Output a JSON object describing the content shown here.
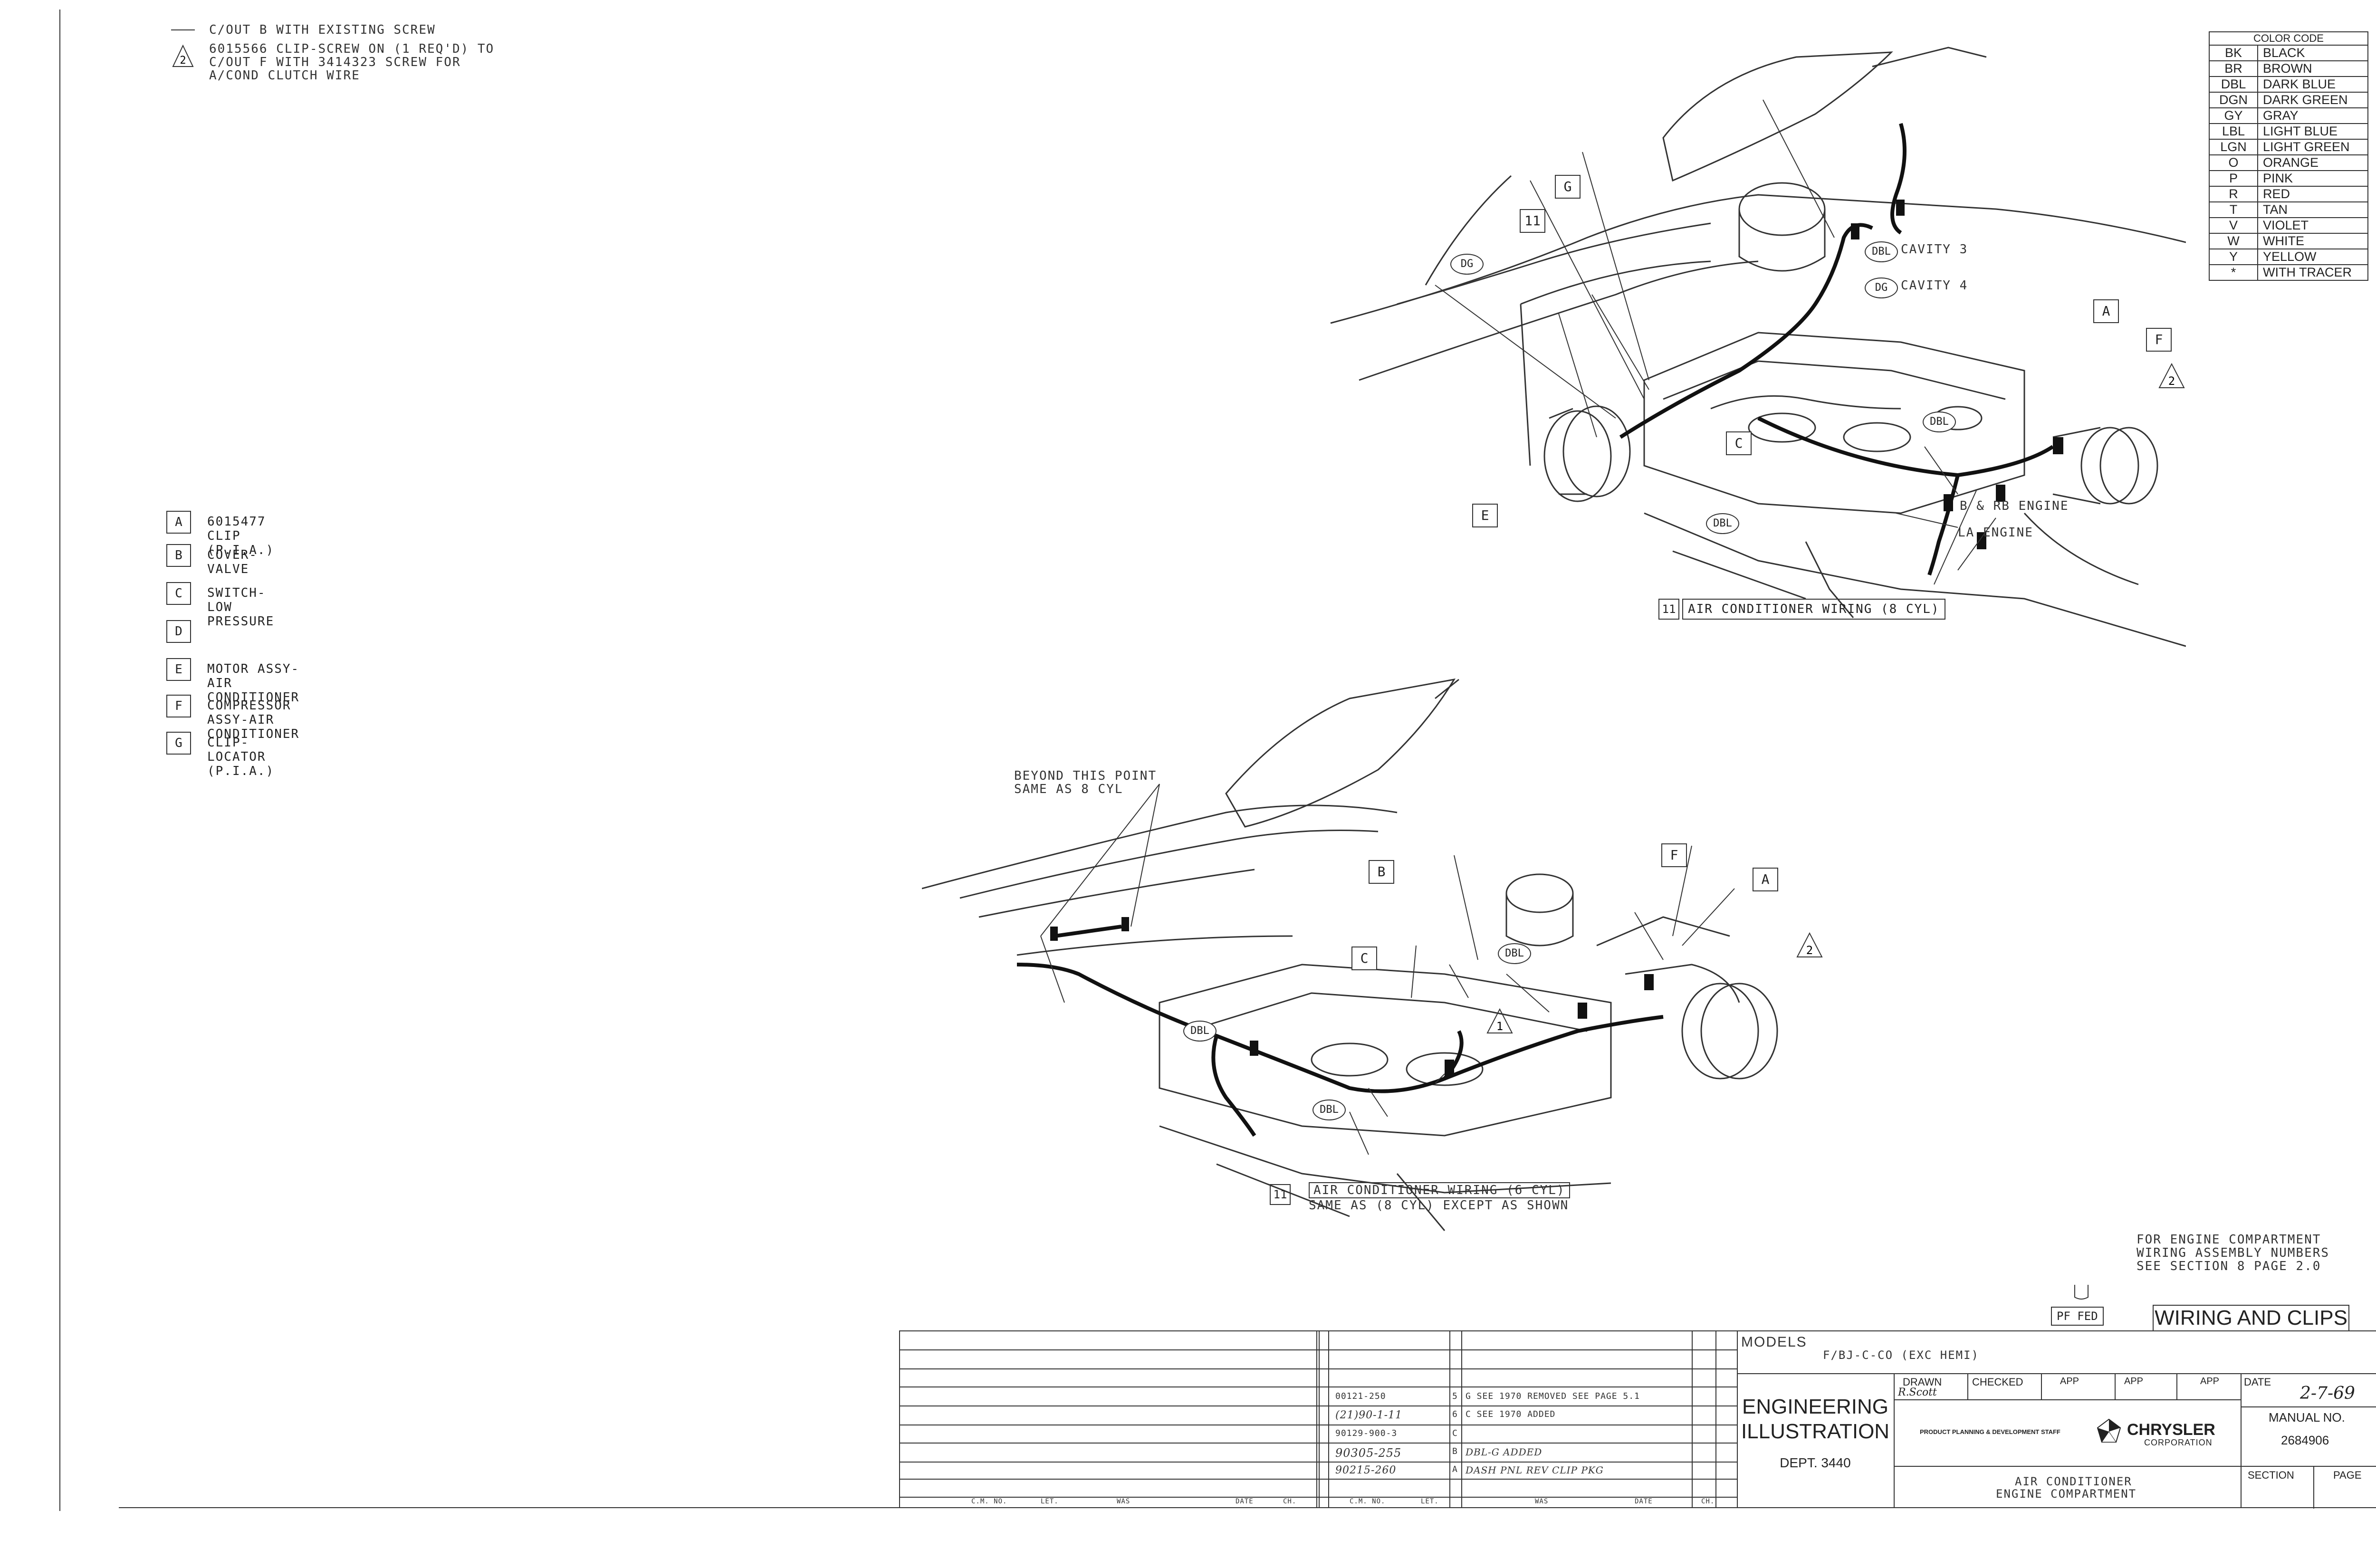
{
  "notes": {
    "line1": "C/OUT B WITH EXISTING SCREW",
    "note2_key": "2",
    "line2": "6015566 CLIP-SCREW ON (1 REQ'D) TO",
    "line3": "C/OUT F WITH 3414323 SCREW FOR",
    "line4": "A/COND CLUTCH WIRE"
  },
  "legend": [
    {
      "key": "A",
      "desc": "6015477 CLIP (P.I.A.)"
    },
    {
      "key": "B",
      "desc": "COVER-VALVE"
    },
    {
      "key": "C",
      "desc": "SWITCH-LOW PRESSURE"
    },
    {
      "key": "D",
      "desc": ""
    },
    {
      "key": "E",
      "desc": "MOTOR ASSY-AIR CONDITIONER"
    },
    {
      "key": "F",
      "desc": "COMPRESSOR ASSY-AIR CONDITIONER"
    },
    {
      "key": "G",
      "desc": "CLIP-LOCATOR (P.I.A.)"
    }
  ],
  "color_code": {
    "title": "COLOR CODE",
    "rows": [
      {
        "code": "BK",
        "name": "BLACK"
      },
      {
        "code": "BR",
        "name": "BROWN"
      },
      {
        "code": "DBL",
        "name": "DARK BLUE"
      },
      {
        "code": "DGN",
        "name": "DARK GREEN"
      },
      {
        "code": "GY",
        "name": "GRAY"
      },
      {
        "code": "LBL",
        "name": "LIGHT BLUE"
      },
      {
        "code": "LGN",
        "name": "LIGHT GREEN"
      },
      {
        "code": "O",
        "name": "ORANGE"
      },
      {
        "code": "P",
        "name": "PINK"
      },
      {
        "code": "R",
        "name": "RED"
      },
      {
        "code": "T",
        "name": "TAN"
      },
      {
        "code": "V",
        "name": "VIOLET"
      },
      {
        "code": "W",
        "name": "WHITE"
      },
      {
        "code": "Y",
        "name": "YELLOW"
      },
      {
        "code": "*",
        "name": "WITH TRACER"
      }
    ]
  },
  "diagram_top": {
    "labels": {
      "g": "G",
      "eleven": "11",
      "dg1": "DG",
      "dbl_cavity3": "DBL",
      "cavity3": "CAVITY 3",
      "dg_cavity4": "DG",
      "cavity4": "CAVITY 4",
      "a": "A",
      "f": "F",
      "two": "2",
      "dbl1": "DBL",
      "c": "C",
      "dbl2": "DBL",
      "e": "E",
      "b_rb": "B & RB ENGINE",
      "la": "LA ENGINE"
    },
    "caption_key": "11",
    "caption": "AIR CONDITIONER WIRING (8 CYL)"
  },
  "diagram_bottom": {
    "beyond1": "BEYOND THIS POINT",
    "beyond2": "SAME AS 8 CYL",
    "labels": {
      "f": "F",
      "a": "A",
      "b": "B",
      "c": "C",
      "dbl1": "DBL",
      "two": "2",
      "one": "1",
      "dbl2": "DBL",
      "dbl3": "DBL"
    },
    "caption_key": "11",
    "caption1": "AIR CONDITIONER WIRING (6 CYL)",
    "caption2": "SAME AS (8 CYL) EXCEPT AS SHOWN"
  },
  "footnote": {
    "line1": "FOR ENGINE COMPARTMENT",
    "line2": "WIRING ASSEMBLY NUMBERS",
    "line3": "SEE SECTION 8 PAGE 2.0"
  },
  "pf_fed": "PF FED",
  "section_title": "WIRING AND CLIPS",
  "title_block": {
    "models_label": "MODELS",
    "models_value": "F/BJ-C-CO (EXC HEMI)",
    "eng1": "ENGINEERING",
    "eng2": "ILLUSTRATION",
    "dept": "DEPT. 3440",
    "drawn_label": "DRAWN",
    "drawn_value": "R.Scott",
    "checked_label": "CHECKED",
    "app1": "APP",
    "app2": "APP",
    "app3": "APP",
    "date_label": "DATE",
    "date_value": "2-7-69",
    "staff": "PRODUCT PLANNING & DEVELOPMENT STAFF",
    "brand1": "CHRYSLER",
    "brand2": "CORPORATION",
    "manual_label": "MANUAL NO.",
    "manual_value": "2684906",
    "desc1": "AIR CONDITIONER",
    "desc2": "ENGINE COMPARTMENT",
    "section_label": "SECTION",
    "page_label": "PAGE"
  },
  "revisions": [
    {
      "cm": "00121-250",
      "let": "5",
      "was": "G SEE 1970 REMOVED SEE PAGE 5.1"
    },
    {
      "cm": "(21)90-1-11",
      "let": "6",
      "was": "C SEE 1970 ADDED"
    },
    {
      "cm": "90129-900-3",
      "let": "C",
      "was": ""
    },
    {
      "cm": "90305-255",
      "let": "B",
      "was": "DBL-G ADDED"
    },
    {
      "cm": "90215-260",
      "let": "A",
      "was": "DASH PNL REV CLIP PKG"
    }
  ],
  "rev_headers": [
    "C.M. NO.",
    "LET.",
    "WAS",
    "DATE",
    "CH.",
    "C.M. NO.",
    "LET.",
    "WAS",
    "DATE",
    "CH."
  ]
}
